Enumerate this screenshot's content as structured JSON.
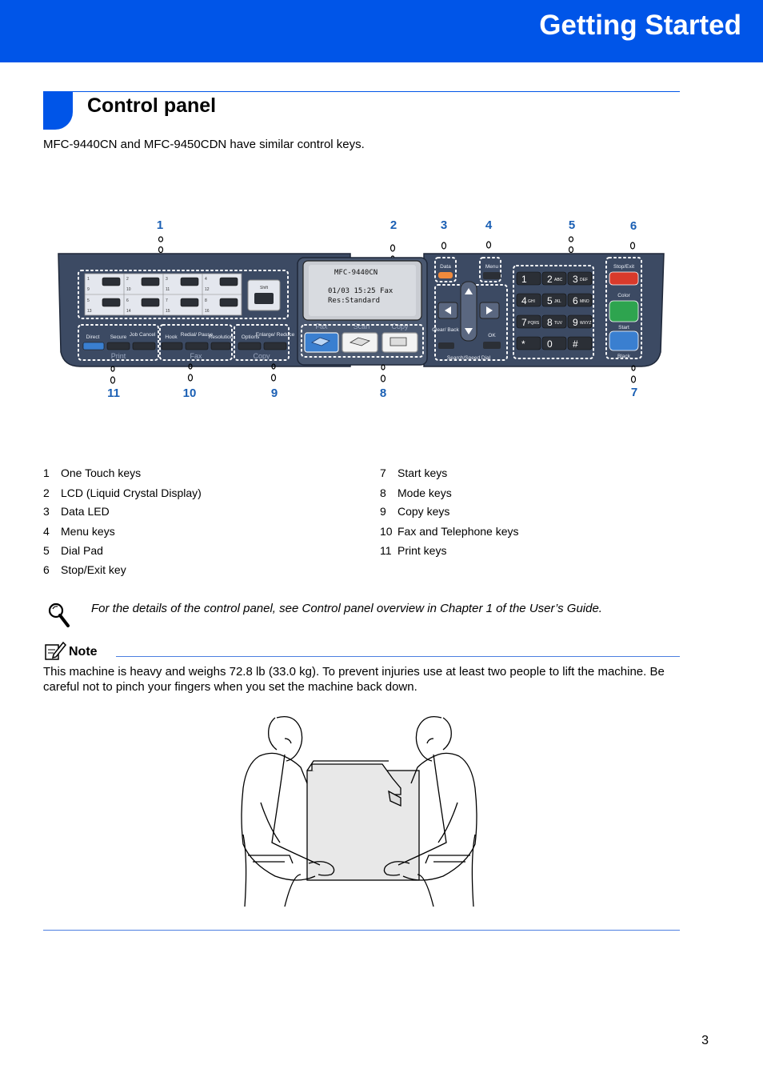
{
  "header": {
    "title": "Getting Started"
  },
  "section": {
    "title": "Control panel",
    "intro": "MFC-9440CN and MFC-9450CDN have similar control keys."
  },
  "panel": {
    "callouts": [
      "1",
      "2",
      "3",
      "4",
      "5",
      "6",
      "11",
      "10",
      "9",
      "8",
      "7"
    ],
    "lcd": {
      "model": "MFC-9440CN",
      "line1": "01/03 15:25  Fax",
      "line2": "Res:Standard"
    },
    "mode_labels": [
      "Fax",
      "Scan",
      "Copy"
    ],
    "group_labels": [
      "Print",
      "Fax",
      "Copy"
    ],
    "key_labels": {
      "direct": "Direct",
      "secure": "Secure",
      "job_cancel": "Job Cancel",
      "hook": "Hook",
      "redial": "Redial/ Pause",
      "resolution": "Resolution",
      "options": "Options",
      "enlarge": "Enlarge/ Reduce",
      "shift": "Shift",
      "data": "Data",
      "menu": "Menu",
      "clear": "Clear/ Back",
      "ok": "OK",
      "search": "Search/Speed Dial",
      "stop": "Stop/Exit",
      "color": "Color",
      "start": "Start",
      "black": "Black"
    },
    "one_touch": [
      "1",
      "9",
      "2",
      "10",
      "3",
      "11",
      "4",
      "12",
      "5",
      "13",
      "6",
      "14",
      "7",
      "15",
      "8",
      "16"
    ],
    "dial_pad": [
      "1",
      "2",
      "3",
      "4",
      "5",
      "6",
      "7",
      "8",
      "9",
      "*",
      "0",
      "#"
    ],
    "dial_sub": [
      "",
      "ABC",
      "DEF",
      "GHI",
      "JKL",
      "MNO",
      "PQRS",
      "TUV",
      "WXYZ",
      "",
      "",
      ""
    ]
  },
  "legend": {
    "left": [
      {
        "num": "1",
        "label": "One Touch keys"
      },
      {
        "num": "2",
        "label": "LCD (Liquid Crystal Display)"
      },
      {
        "num": "3",
        "label": "Data LED"
      },
      {
        "num": "4",
        "label": "Menu keys"
      },
      {
        "num": "5",
        "label": "Dial Pad"
      },
      {
        "num": "6",
        "label": "Stop/Exit key"
      }
    ],
    "right": [
      {
        "num": "7",
        "label": "Start keys"
      },
      {
        "num": "8",
        "label": "Mode keys"
      },
      {
        "num": "9",
        "label": "Copy keys"
      },
      {
        "num": "10",
        "label": "Fax and Telephone keys"
      },
      {
        "num": "11",
        "label": "Print keys"
      }
    ]
  },
  "hint": {
    "text": "For the details of the control panel, see Control panel overview in Chapter 1 of the User’s Guide."
  },
  "note": {
    "label": "Note",
    "body": "This machine is heavy and weighs 72.8 lb (33.0 kg). To prevent injuries use at least two people to lift the machine. Be careful not to pinch your fingers when you set the machine back down."
  },
  "page_number": "3",
  "colors": {
    "accent": "#0055e8",
    "callout": "#1a5fb4",
    "panel": "#3c4a63"
  }
}
